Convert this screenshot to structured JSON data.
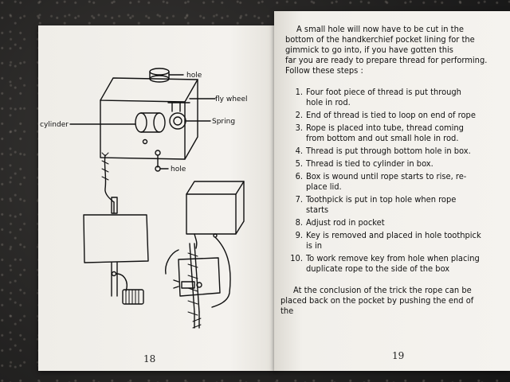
{
  "left_page": {
    "labels": {
      "hole_top": "hole",
      "fly_wheel": "fly wheel",
      "cylinder": "cylinder",
      "spring": "Spring",
      "hole_bottom": "hole"
    },
    "page_number": "18"
  },
  "right_page": {
    "intro_lines": [
      "A small hole will now have to be cut in the",
      "bottom of the handkerchief pocket lining for the",
      "gimmick to go into, if you have gotten this",
      "far you are ready to prepare thread for performing.",
      "Follow these steps :"
    ],
    "steps": [
      {
        "num": "1.",
        "lines": [
          "Four foot piece of thread is put through",
          "hole in rod."
        ]
      },
      {
        "num": "2.",
        "lines": [
          "End of thread is tied to loop on end of rope"
        ]
      },
      {
        "num": "3.",
        "lines": [
          "Rope is placed into tube, thread coming",
          "from bottom and out small hole in rod."
        ]
      },
      {
        "num": "4.",
        "lines": [
          "Thread is put through bottom hole in box."
        ]
      },
      {
        "num": "5.",
        "lines": [
          "Thread is tied to cylinder in box."
        ]
      },
      {
        "num": "6.",
        "lines": [
          "Box is wound until rope starts to rise, re-",
          "place lid."
        ]
      },
      {
        "num": "7.",
        "lines": [
          "Toothpick is put in top hole when rope",
          "starts"
        ]
      },
      {
        "num": "8.",
        "lines": [
          "Adjust rod in pocket"
        ]
      },
      {
        "num": "9.",
        "lines": [
          "Key is removed and placed in hole toothpick",
          "is in"
        ]
      },
      {
        "num": "10.",
        "lines": [
          "To work remove key from hole when placing",
          "duplicate rope to the side of the box"
        ]
      }
    ],
    "conclusion_lines": [
      "At the conclusion of the trick the rope can be",
      "placed back on the pocket by pushing the end of the"
    ],
    "page_number": "19"
  }
}
